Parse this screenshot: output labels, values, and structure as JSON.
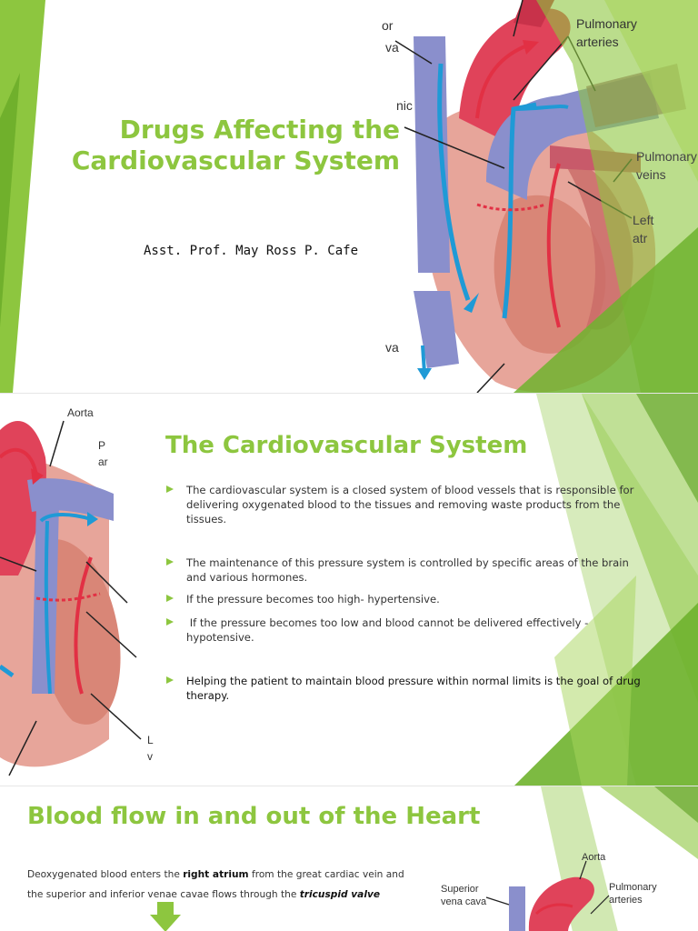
{
  "slide1": {
    "title_lines": [
      "Drugs Affecting the",
      "Cardiovascular System"
    ],
    "author": "Asst. Prof. May Ross P. Cafe",
    "figure_labels": {
      "superior_fragment_1": "or",
      "superior_fragment_2": "va",
      "pulmonic_fragment": "nic",
      "pulmonary_arteries": [
        "Pulmonary",
        "arteries"
      ],
      "pulmonary_veins": [
        "Pulmonary",
        "veins"
      ],
      "left_atrium": [
        "Left",
        "atr"
      ],
      "inferior_fragment": "va"
    }
  },
  "slide2": {
    "title": "The Cardiovascular System",
    "bullets": [
      "The cardiovascular system is a closed system of blood vessels that is responsible for delivering oxygenated blood to the tissues and removing waste products from the tissues.",
      "The maintenance of this pressure system is controlled by specific areas of the brain and various hormones.",
      "If the pressure becomes too high- hypertensive.",
      " If the pressure becomes too low and blood cannot be delivered effectively - hypotensive.",
      "Helping the patient to maintain blood pressure within normal limits is the goal of drug therapy."
    ],
    "figure_labels": {
      "aorta": "Aorta",
      "p_fragment": "P",
      "ar_fragment": "ar",
      "l_fragment": "L",
      "v_fragment": "v"
    }
  },
  "slide3": {
    "title": "Blood flow in and out of the Heart",
    "line1_pre": "Deoxygenated blood enters the ",
    "line1_bold": "right atrium",
    "line1_post": " from the great cardiac vein and",
    "line2_pre": "the superior and inferior venae cavae flows through the ",
    "line2_italic": "tricuspid valve",
    "figure_labels": {
      "aorta": "Aorta",
      "superior_vena_cava": [
        "Superior",
        "vena cava"
      ],
      "pulmonary_arteries": [
        "Pulmonary",
        "arteries"
      ]
    }
  },
  "colors": {
    "accent_green": "#8dc63f",
    "dark_green": "#5a9e1e",
    "artery_red": "#d9334a",
    "vein_blue": "#7f86c4",
    "flow_blue": "#1f9ad6"
  }
}
